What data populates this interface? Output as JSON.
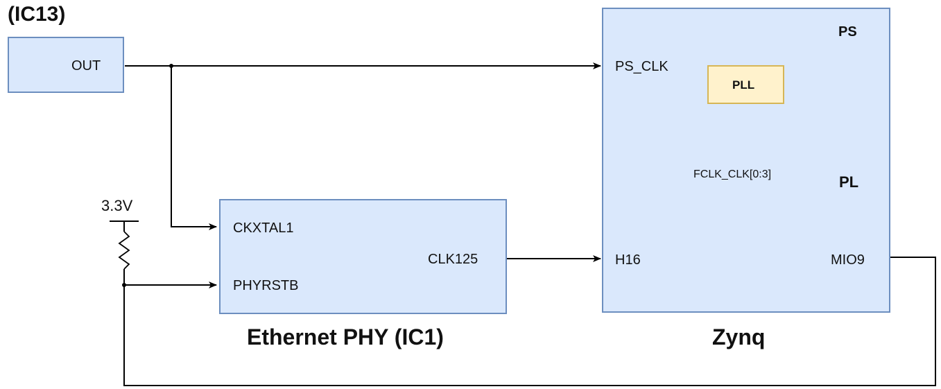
{
  "osc": {
    "title": "(IC13)",
    "pin_out": "OUT"
  },
  "supply": {
    "label": "3.3V"
  },
  "phy": {
    "title": "Ethernet PHY (IC1)",
    "pin_ckxtal1": "CKXTAL1",
    "pin_phyrstb": "PHYRSTB",
    "pin_clk125": "CLK125"
  },
  "zynq": {
    "title": "Zynq",
    "ps_label": "PS",
    "pl_label": "PL",
    "pin_ps_clk": "PS_CLK",
    "pin_h16": "H16",
    "pin_mio9": "MIO9",
    "pll_label": "PLL",
    "fclk_label": "FCLK_CLK[0:3]"
  },
  "colors": {
    "block_fill": "#dae8fc",
    "block_stroke": "#6c8ebf",
    "pll_fill": "#fff2cc",
    "pll_stroke": "#d6b656",
    "wire": "#000000"
  }
}
